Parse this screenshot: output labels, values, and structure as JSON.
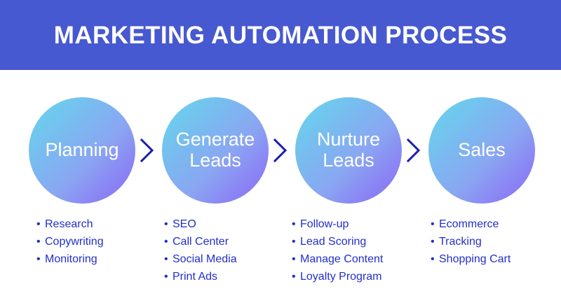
{
  "header": {
    "title": "MARKETING AUTOMATION PROCESS",
    "background_color": "#4759d0",
    "text_color": "#ffffff"
  },
  "theme": {
    "circle_gradient_start": "#63d3ec",
    "circle_gradient_end": "#8370f3",
    "bullet_text_color": "#2130c9",
    "chevron_color": "#1a1fb0",
    "page_background": "#ffffff"
  },
  "flow": {
    "connector_icon": "chevron-right-icon",
    "stages": [
      {
        "label": "Planning",
        "items": [
          "Research",
          "Copywriting",
          "Monitoring"
        ]
      },
      {
        "label": "Generate\nLeads",
        "items": [
          "SEO",
          "Call Center",
          "Social Media",
          "Print Ads"
        ]
      },
      {
        "label": "Nurture\nLeads",
        "items": [
          "Follow-up",
          "Lead Scoring",
          "Manage Content",
          "Loyalty Program"
        ]
      },
      {
        "label": "Sales",
        "items": [
          "Ecommerce",
          "Tracking",
          "Shopping Cart"
        ]
      }
    ]
  }
}
